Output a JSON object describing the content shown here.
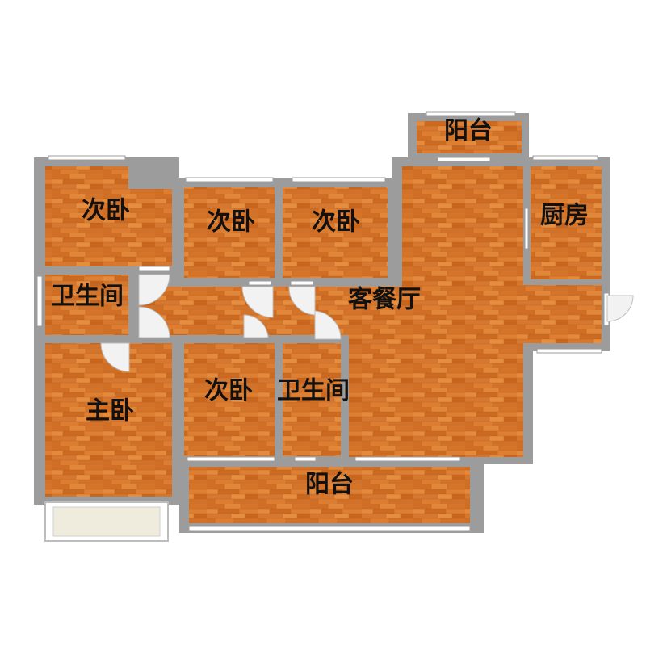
{
  "rooms": [
    {
      "id": "bedroom-nw",
      "label": "次卧"
    },
    {
      "id": "bedroom-n1",
      "label": "次卧"
    },
    {
      "id": "bedroom-n2",
      "label": "次卧"
    },
    {
      "id": "kitchen",
      "label": "厨房"
    },
    {
      "id": "balcony-north",
      "label": "阳台"
    },
    {
      "id": "bathroom-west",
      "label": "卫生间"
    },
    {
      "id": "living-dining",
      "label": "客餐厅"
    },
    {
      "id": "master-bedroom",
      "label": "主卧"
    },
    {
      "id": "bedroom-s",
      "label": "次卧"
    },
    {
      "id": "bathroom-south",
      "label": "卫生间"
    },
    {
      "id": "balcony-south",
      "label": "阳台"
    }
  ],
  "colors": {
    "wall": "#9c9c9c",
    "floor": "#d9782c",
    "floor_dark": "#c7671f",
    "floor_light": "#e48b3d",
    "window": "#ffffff",
    "door": "#f2f2f2",
    "balcony_plain": "#efecdd"
  }
}
